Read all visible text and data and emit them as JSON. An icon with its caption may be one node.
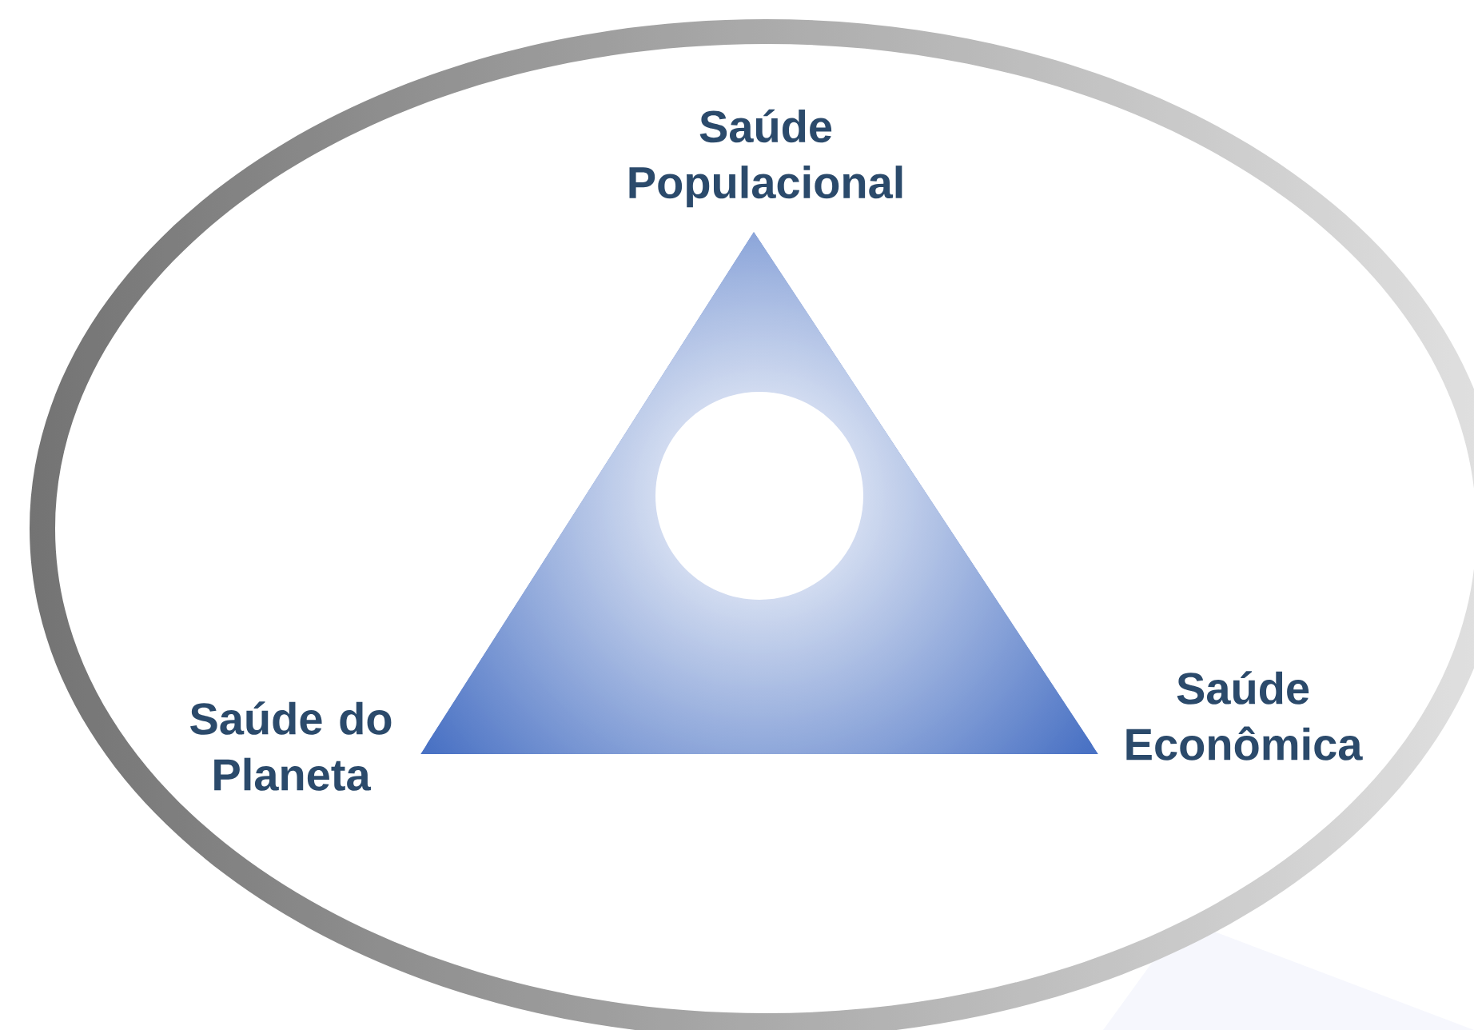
{
  "diagram": {
    "labels": [
      "Saúde Populacional",
      "Saúde do Planeta",
      "Saúde Econômica"
    ]
  }
}
